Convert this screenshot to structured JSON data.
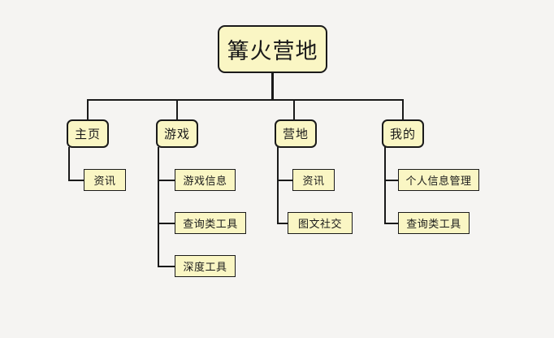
{
  "diagram": {
    "type": "org-chart",
    "background_color": "#f5f4f2",
    "node_fill_color": "#faf6c4",
    "node_border_color": "#1a1a1a",
    "root": {
      "label": "篝火营地",
      "children": [
        {
          "label": "主页",
          "children": [
            {
              "label": "资讯"
            }
          ]
        },
        {
          "label": "游戏",
          "children": [
            {
              "label": "游戏信息"
            },
            {
              "label": "查询类工具"
            },
            {
              "label": "深度工具"
            }
          ]
        },
        {
          "label": "营地",
          "children": [
            {
              "label": "资讯"
            },
            {
              "label": "图文社交"
            }
          ]
        },
        {
          "label": "我的",
          "children": [
            {
              "label": "个人信息管理"
            },
            {
              "label": "查询类工具"
            }
          ]
        }
      ]
    }
  }
}
